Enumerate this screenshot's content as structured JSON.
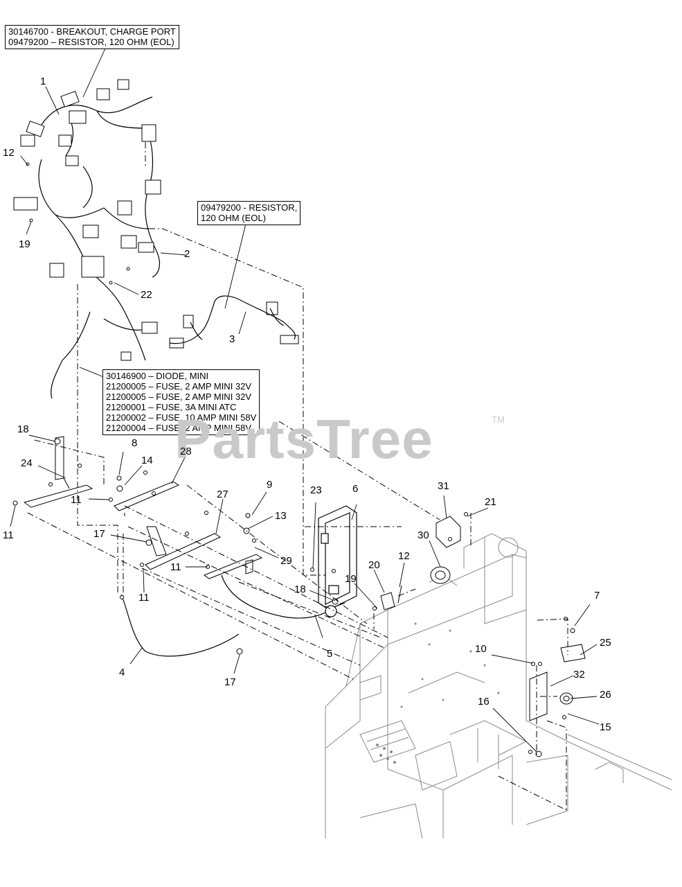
{
  "callouts": {
    "breakout": [
      "30146700 - BREAKOUT, CHARGE PORT",
      "09479200 – RESISTOR, 120 OHM (EOL)"
    ],
    "resistor": [
      "09479200 - RESISTOR,",
      "120 OHM (EOL)"
    ],
    "fuses": [
      "30146900 – DIODE, MINI",
      "21200005 – FUSE, 2 AMP MINI 32V",
      "21200005 – FUSE, 2 AMP MINI 32V",
      "21200001 – FUSE, 3A MINI ATC",
      "21200002 – FUSE, 10 AMP MINI 58V",
      "21200004 – FUSE, 2 AMP MINI 58V"
    ]
  },
  "part_numbers": [
    "1",
    "12",
    "19",
    "2",
    "22",
    "3",
    "18",
    "24",
    "11",
    "8",
    "14",
    "28",
    "11",
    "27",
    "17",
    "9",
    "13",
    "29",
    "11",
    "11",
    "4",
    "17",
    "18",
    "5",
    "23",
    "6",
    "31",
    "21",
    "30",
    "12",
    "20",
    "19",
    "7",
    "10",
    "25",
    "32",
    "26",
    "15",
    "16"
  ],
  "watermark": {
    "text": "PartsTree",
    "trademark": "TM"
  },
  "colors": {
    "line": "#000000",
    "frame": "#8a8a8a",
    "watermark": "#c9c9c9"
  }
}
